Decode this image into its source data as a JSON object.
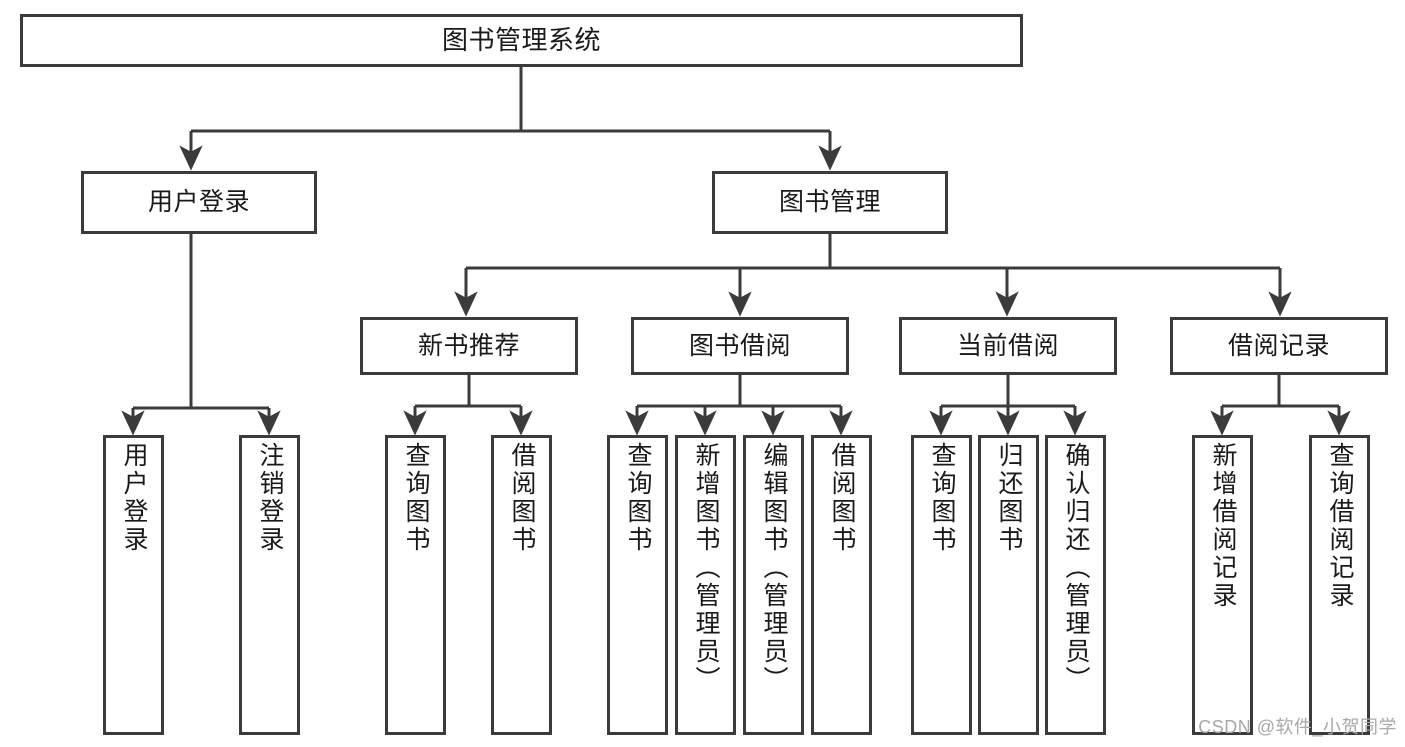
{
  "diagram": {
    "title": "图书管理系统",
    "type": "tree-hierarchy",
    "watermark": "CSDN @软件_小贺同学",
    "colors": {
      "box_stroke": "#3b3b3b",
      "box_fill": "#ffffff",
      "edge": "#3b3b3b",
      "text": "#1a1a1a",
      "watermark": "#a8a8a8"
    },
    "root": {
      "label": "图书管理系统"
    },
    "level1": [
      {
        "id": "user-login",
        "label": "用户登录"
      },
      {
        "id": "book-manage",
        "label": "图书管理"
      }
    ],
    "level2": [
      {
        "id": "new-book-rec",
        "label": "新书推荐",
        "parent": "book-manage"
      },
      {
        "id": "book-borrow",
        "label": "图书借阅",
        "parent": "book-manage"
      },
      {
        "id": "current-borrow",
        "label": "当前借阅",
        "parent": "book-manage"
      },
      {
        "id": "borrow-record",
        "label": "借阅记录",
        "parent": "book-manage"
      }
    ],
    "leaves": [
      {
        "id": "leaf-user-login",
        "label": "用户登录",
        "parent": "user-login"
      },
      {
        "id": "leaf-user-logout",
        "label": "注销登录",
        "parent": "user-login"
      },
      {
        "id": "leaf-query-book-1",
        "label": "查询图书",
        "parent": "new-book-rec"
      },
      {
        "id": "leaf-borrow-book-1",
        "label": "借阅图书",
        "parent": "new-book-rec"
      },
      {
        "id": "leaf-query-book-2",
        "label": "查询图书",
        "parent": "book-borrow"
      },
      {
        "id": "leaf-add-book",
        "label": "新增图书（管理员）",
        "parent": "book-borrow"
      },
      {
        "id": "leaf-edit-book",
        "label": "编辑图书（管理员）",
        "parent": "book-borrow"
      },
      {
        "id": "leaf-borrow-book-2",
        "label": "借阅图书",
        "parent": "book-borrow"
      },
      {
        "id": "leaf-query-book-3",
        "label": "查询图书",
        "parent": "current-borrow"
      },
      {
        "id": "leaf-return-book",
        "label": "归还图书",
        "parent": "current-borrow"
      },
      {
        "id": "leaf-confirm-return",
        "label": "确认归还（管理员）",
        "parent": "current-borrow"
      },
      {
        "id": "leaf-add-record",
        "label": "新增借阅记录",
        "parent": "borrow-record"
      },
      {
        "id": "leaf-query-record",
        "label": "查询借阅记录",
        "parent": "borrow-record"
      }
    ]
  }
}
